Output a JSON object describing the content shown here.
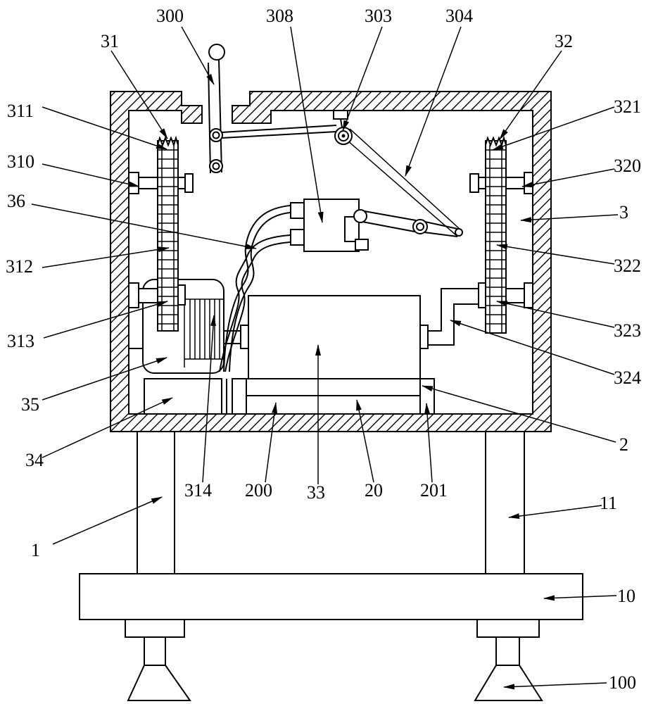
{
  "labels": {
    "n300": "300",
    "n308": "308",
    "n303": "303",
    "n304": "304",
    "n31": "31",
    "n32": "32",
    "n311": "311",
    "n321": "321",
    "n310": "310",
    "n320": "320",
    "n36": "36",
    "n3": "3",
    "n312": "312",
    "n322": "322",
    "n313": "313",
    "n323": "323",
    "n35": "35",
    "n324": "324",
    "n34": "34",
    "n2": "2",
    "n314": "314",
    "n200": "200",
    "n33": "33",
    "n20": "20",
    "n201": "201",
    "n1": "1",
    "n11": "11",
    "n10": "10",
    "n100": "100"
  }
}
